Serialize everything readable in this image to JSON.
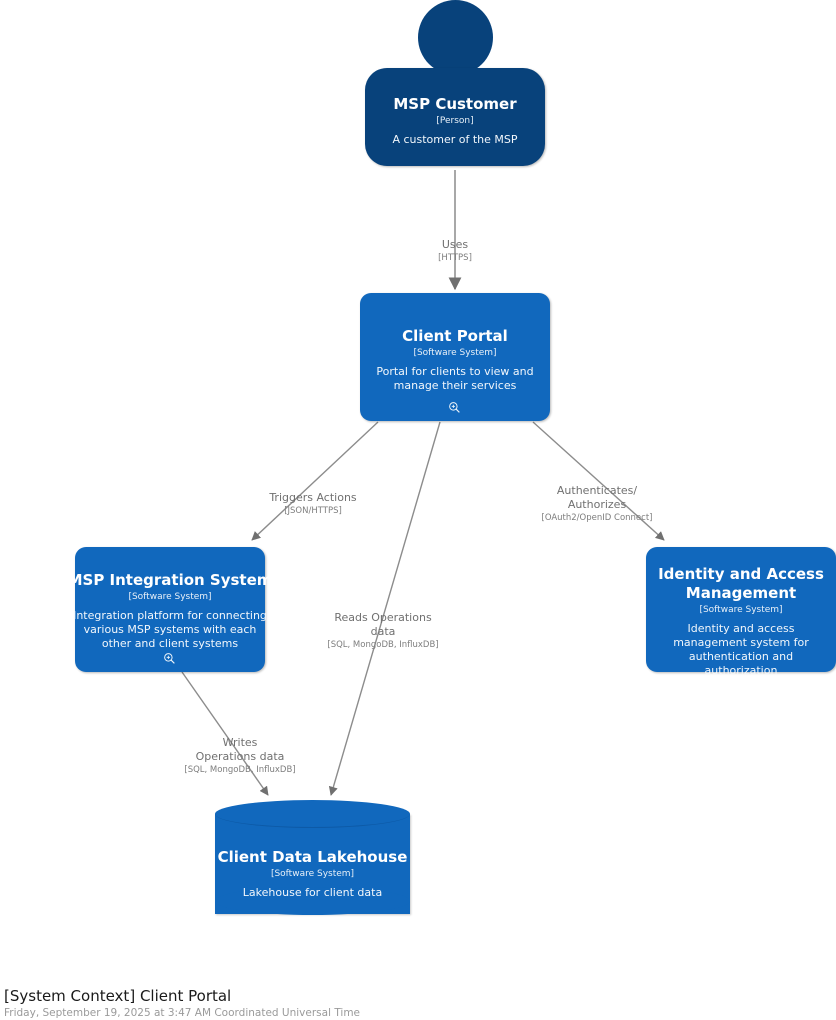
{
  "diagram": {
    "type": "c4-system-context",
    "background": "#ffffff",
    "colors": {
      "person": "#08427b",
      "software_system": "#1168bd",
      "edge": "#707070",
      "text_on_node": "#ffffff"
    },
    "nodes": [
      {
        "id": "msp-customer",
        "shape": "person",
        "name": "MSP Customer",
        "meta": "[Person]",
        "description": "A customer of the MSP",
        "has_zoom_icon": false
      },
      {
        "id": "client-portal",
        "shape": "box",
        "name": "Client Portal",
        "meta": "[Software System]",
        "description": "Portal for clients to view and manage their services",
        "has_zoom_icon": true
      },
      {
        "id": "msp-integration-system",
        "shape": "box",
        "name": "MSP Integration System",
        "meta": "[Software System]",
        "description": "Integration platform for connecting various MSP systems with each other and client systems",
        "has_zoom_icon": true
      },
      {
        "id": "identity-and-access-management",
        "shape": "box",
        "name": "Identity and Access Management",
        "meta": "[Software System]",
        "description": "Identity and access management system for authentication and authorization",
        "has_zoom_icon": false
      },
      {
        "id": "client-data-lakehouse",
        "shape": "cylinder",
        "name": "Client Data Lakehouse",
        "meta": "[Software System]",
        "description": "Lakehouse for client data",
        "has_zoom_icon": false
      }
    ],
    "edges": [
      {
        "id": "customer-uses-portal",
        "from": "msp-customer",
        "to": "client-portal",
        "label": "Uses",
        "technology": "[HTTPS]"
      },
      {
        "id": "portal-triggers-integration",
        "from": "client-portal",
        "to": "msp-integration-system",
        "label": "Triggers Actions",
        "technology": "[JSON/HTTPS]"
      },
      {
        "id": "portal-reads-lakehouse",
        "from": "client-portal",
        "to": "client-data-lakehouse",
        "label": "Reads Operations\ndata",
        "technology": "[SQL, MongoDB, InfluxDB]"
      },
      {
        "id": "portal-authenticates-iam",
        "from": "client-portal",
        "to": "identity-and-access-management",
        "label": "Authenticates/\nAuthorizes",
        "technology": "[OAuth2/OpenID Connect]"
      },
      {
        "id": "integration-writes-lakehouse",
        "from": "msp-integration-system",
        "to": "client-data-lakehouse",
        "label": "Writes\nOperations data",
        "technology": "[SQL, MongoDB, InfluxDB]"
      }
    ]
  },
  "footer": {
    "title": "[System Context] Client Portal",
    "subtitle": "Friday, September 19, 2025 at 3:47 AM Coordinated Universal Time"
  },
  "icons": {
    "zoom": "zoom-in-icon"
  }
}
